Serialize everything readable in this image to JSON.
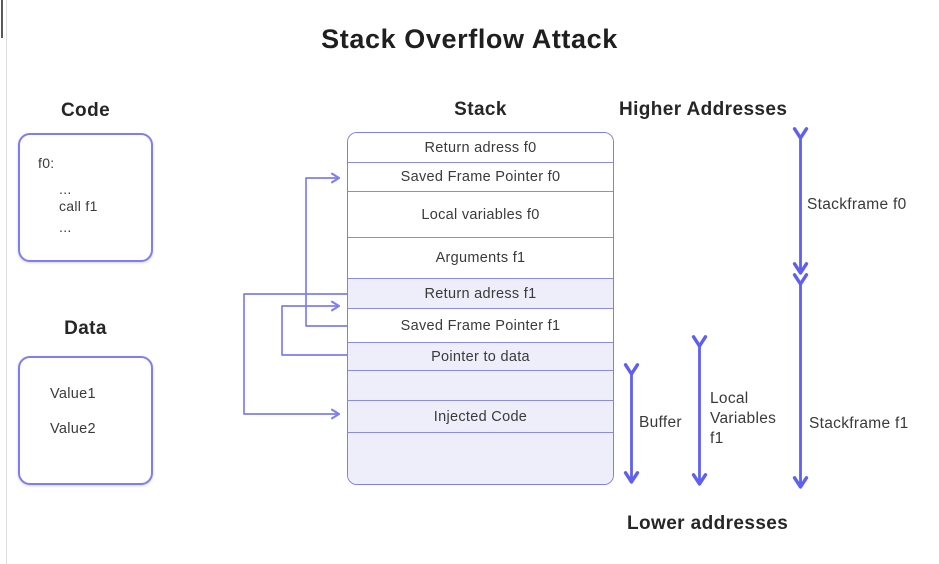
{
  "title": "Stack Overflow Attack",
  "colors": {
    "accent_border": "#7d7df5",
    "arrow": "#5f5ff0",
    "row_highlight": "#eeeefb",
    "text_dark": "#3a3a3a"
  },
  "code_section": {
    "heading": "Code",
    "lines": [
      "f0:",
      "...",
      "call f1",
      "..."
    ]
  },
  "data_section": {
    "heading": "Data",
    "values": [
      "Value1",
      "Value2"
    ]
  },
  "stack_section": {
    "heading": "Stack",
    "rows": [
      {
        "label": "Return adress f0",
        "highlighted": false
      },
      {
        "label": "Saved Frame Pointer f0",
        "highlighted": false
      },
      {
        "label": "Local variables f0",
        "highlighted": false
      },
      {
        "label": "Arguments f1",
        "highlighted": false
      },
      {
        "label": "Return adress f1",
        "highlighted": true
      },
      {
        "label": "Saved Frame Pointer f1",
        "highlighted": false
      },
      {
        "label": "Pointer to data",
        "highlighted": true
      },
      {
        "label": "",
        "highlighted": true
      },
      {
        "label": "Injected Code",
        "highlighted": true
      },
      {
        "label": "",
        "highlighted": true
      }
    ]
  },
  "address_labels": {
    "higher": "Higher Addresses",
    "lower": "Lower addresses"
  },
  "annotations": {
    "stackframe_f0": "Stackframe f0",
    "stackframe_f1": "Stackframe f1",
    "buffer": "Buffer",
    "local_variables_line1": "Local",
    "local_variables_line2": "Variables",
    "local_variables_line3": "f1"
  }
}
